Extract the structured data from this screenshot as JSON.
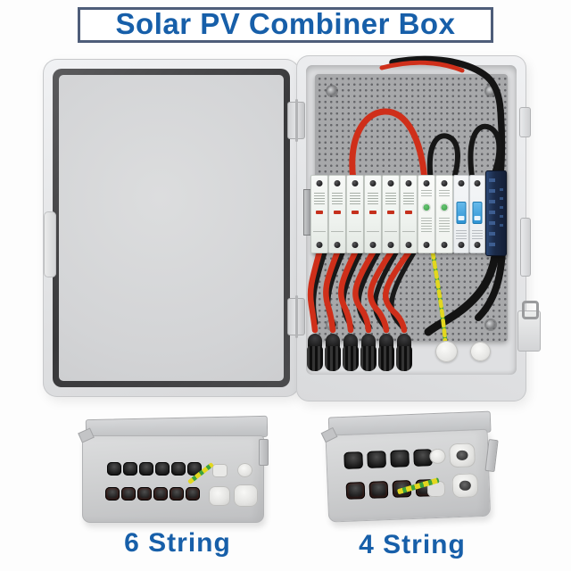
{
  "banner": {
    "title": "Solar PV Combiner Box"
  },
  "main_unit": {
    "fuse_count": 6,
    "spd_pole_count": 2,
    "breaker_pole_count": 2,
    "black_gland_count": 6,
    "white_gland_count": 2
  },
  "variants": [
    {
      "label": "6 String",
      "connectors_per_row": 6,
      "rows": 2
    },
    {
      "label": "4 String",
      "connectors_per_row": 4,
      "rows": 2
    }
  ],
  "colors": {
    "label_blue": "#175fa9",
    "banner_border": "#4e5d79",
    "wire_red": "#cf2f1a",
    "wire_black": "#161616",
    "ground_yellow": "#e3d71f",
    "ground_green": "#3da23d",
    "breaker_toggle_blue": "#2f93d4",
    "spd_indicator_green": "#3a9a46",
    "fuse_indicator_red": "#c5301d",
    "plate_gray": "#a7a8aa",
    "busbar_navy": "#1b2a48",
    "enclosure_gray": "#e3e4e6"
  }
}
